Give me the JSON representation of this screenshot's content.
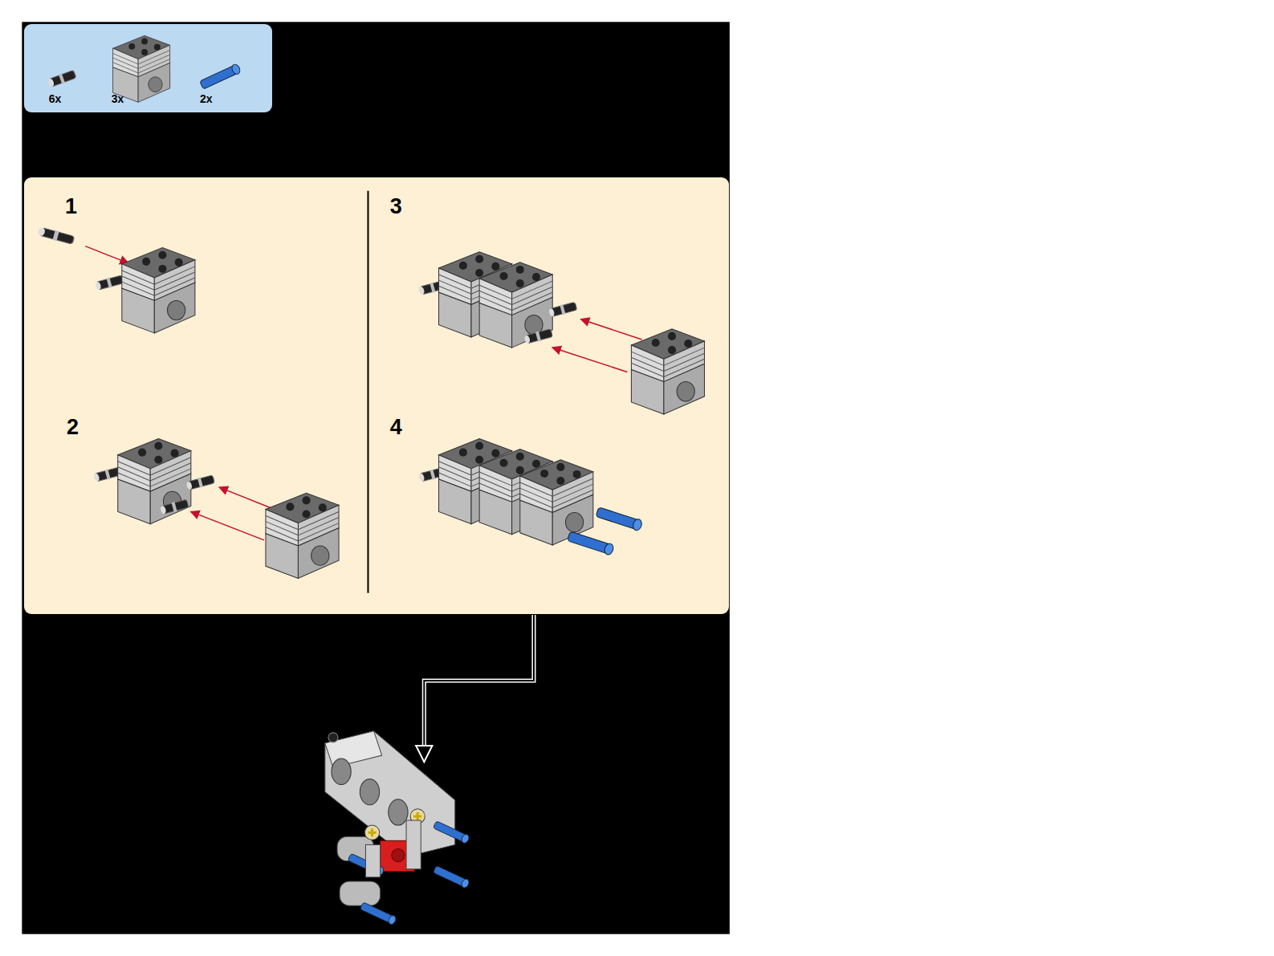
{
  "diagram": {
    "nodes": [
      {
        "text": [
          "6x",
          "3x",
          "2x"
        ]
      },
      {
        "text": [
          "1",
          "2",
          "3",
          "4"
        ]
      }
    ]
  }
}
